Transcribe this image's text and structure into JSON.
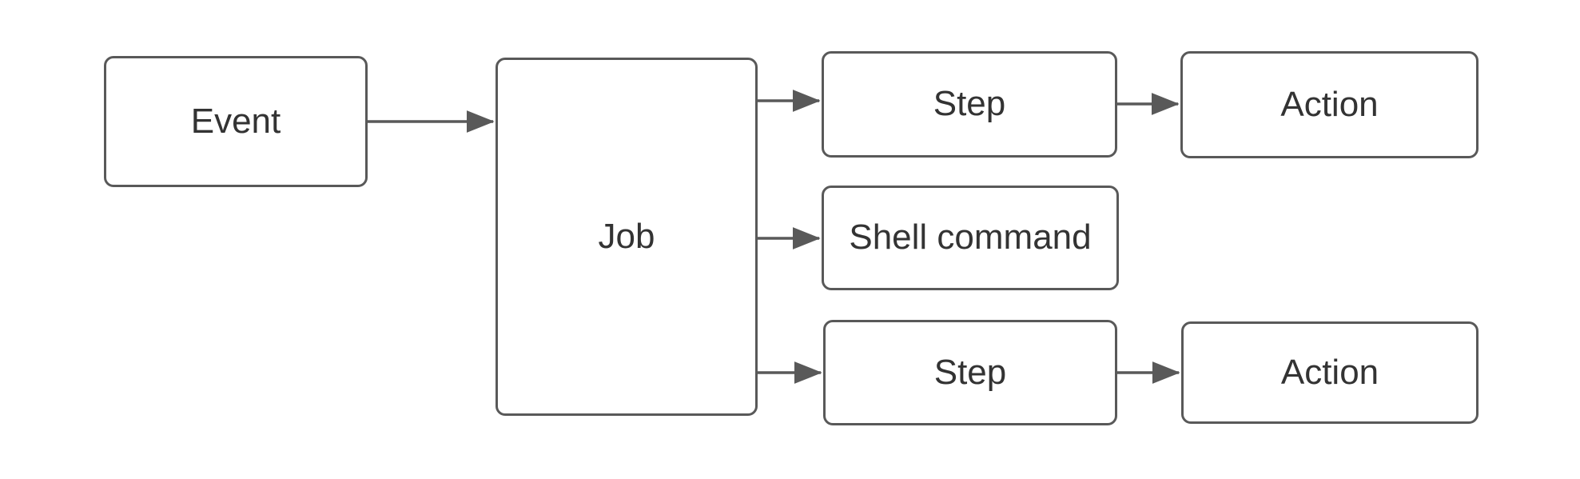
{
  "diagram": {
    "type": "flowchart",
    "background_color": "#ffffff",
    "colors": {
      "node_border": "#595959",
      "node_fill": "#ffffff",
      "edge": "#595959",
      "text": "#333333"
    },
    "nodes": [
      {
        "id": "event",
        "label": "Event"
      },
      {
        "id": "job",
        "label": "Job"
      },
      {
        "id": "step-top",
        "label": "Step"
      },
      {
        "id": "action-top",
        "label": "Action"
      },
      {
        "id": "shell-command",
        "label": "Shell command"
      },
      {
        "id": "step-bottom",
        "label": "Step"
      },
      {
        "id": "action-bottom",
        "label": "Action"
      }
    ],
    "edges": [
      {
        "from": "event",
        "to": "job"
      },
      {
        "from": "job",
        "to": "step-top"
      },
      {
        "from": "step-top",
        "to": "action-top"
      },
      {
        "from": "job",
        "to": "shell-command"
      },
      {
        "from": "job",
        "to": "step-bottom"
      },
      {
        "from": "step-bottom",
        "to": "action-bottom"
      }
    ]
  }
}
